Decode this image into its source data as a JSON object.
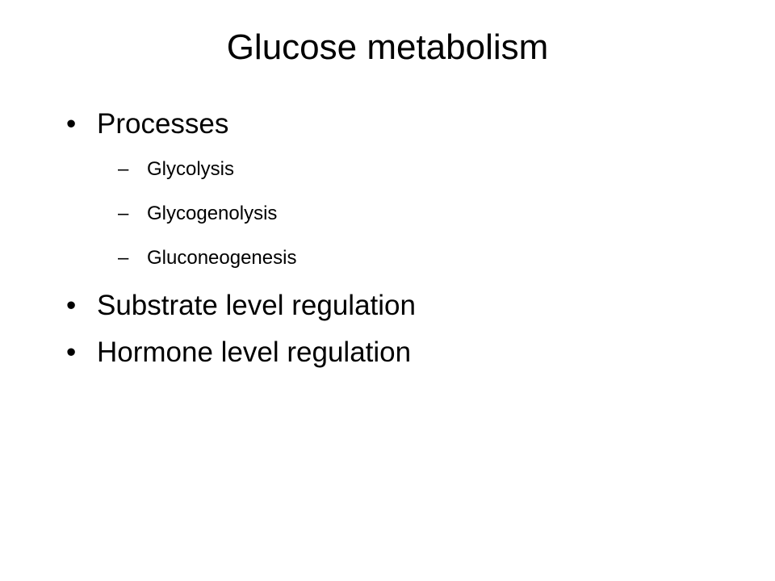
{
  "slide": {
    "title": "Glucose metabolism",
    "bullets": [
      {
        "marker": "•",
        "text": "Processes",
        "sub_items": [
          {
            "marker": "–",
            "text": "Glycolysis"
          },
          {
            "marker": "–",
            "text": "Glycogenolysis"
          },
          {
            "marker": "–",
            "text": "Gluconeogenesis"
          }
        ]
      },
      {
        "marker": "•",
        "text": "Substrate level regulation"
      },
      {
        "marker": "•",
        "text": "Hormone level regulation"
      }
    ]
  }
}
